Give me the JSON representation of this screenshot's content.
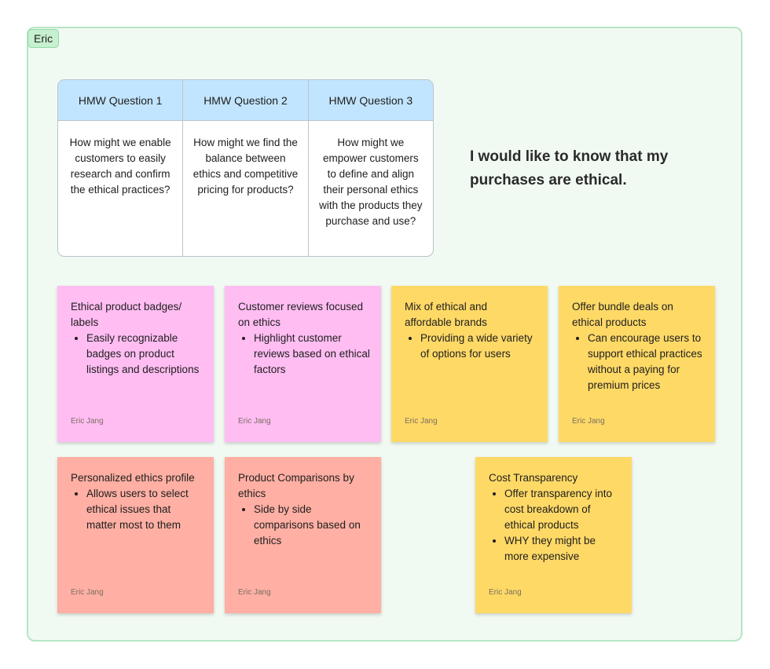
{
  "section": {
    "label": "Eric"
  },
  "hmw": [
    {
      "header": "HMW Question 1",
      "body": "How might we enable customers to easily research and confirm the ethical practices?"
    },
    {
      "header": "HMW Question 2",
      "body": "How might we find the balance between ethics and competitive pricing for products?"
    },
    {
      "header": "HMW Question 3",
      "body": "How might we empower customers to define and align their personal ethics with the products they purchase and use?"
    }
  ],
  "quote": "I would like to know that my purchases are ethical.",
  "stickies": [
    {
      "title": "Ethical product badges/ labels",
      "bullets": [
        "Easily recognizable badges on product listings and descriptions"
      ],
      "author": "Eric Jang",
      "color": "#ffbdf2"
    },
    {
      "title": "Customer reviews focused on ethics",
      "bullets": [
        "Highlight customer reviews based on ethical factors"
      ],
      "author": "Eric Jang",
      "color": "#ffbdf2"
    },
    {
      "title": "Mix of ethical and affordable brands",
      "bullets": [
        "Providing a wide variety of options for users"
      ],
      "author": "Eric Jang",
      "color": "#ffd966"
    },
    {
      "title": "Offer bundle deals on ethical products",
      "bullets": [
        "Can encourage users to support ethical practices without a paying for premium prices"
      ],
      "author": "Eric Jang",
      "color": "#ffd966"
    },
    {
      "title": "Personalized ethics profile",
      "bullets": [
        "Allows users to select ethical issues that matter most to them"
      ],
      "author": "Eric Jang",
      "color": "#ffafa3"
    },
    {
      "title": "Product Comparisons by ethics",
      "bullets": [
        "Side by side comparisons based on ethics"
      ],
      "author": "Eric Jang",
      "color": "#ffafa3"
    },
    {
      "title": "Cost Transparency",
      "bullets": [
        "Offer transparency into cost breakdown of ethical products",
        "WHY they might be more expensive"
      ],
      "author": "Eric Jang",
      "color": "#ffd966"
    }
  ]
}
